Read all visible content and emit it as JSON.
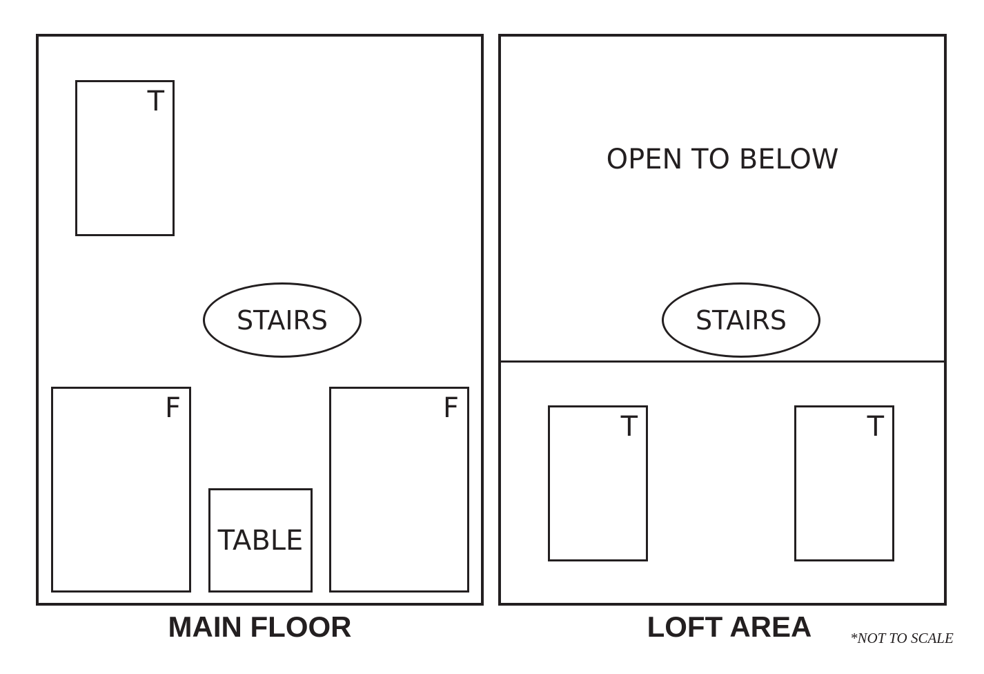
{
  "main_floor": {
    "title": "MAIN FLOOR",
    "items": {
      "t_label": "T",
      "stairs_label": "STAIRS",
      "f_left_label": "F",
      "table_label": "TABLE",
      "f_right_label": "F"
    }
  },
  "loft_area": {
    "title": "LOFT AREA",
    "open_below_label": "OPEN TO BELOW",
    "stairs_label": "STAIRS",
    "t_left_label": "T",
    "t_right_label": "T"
  },
  "note": "*NOT TO SCALE"
}
